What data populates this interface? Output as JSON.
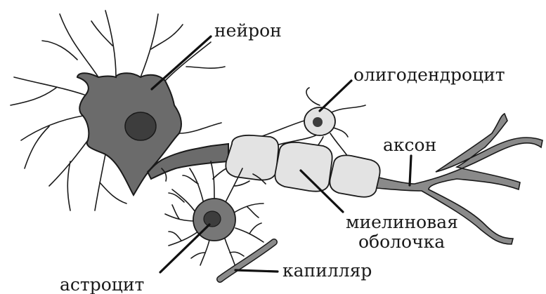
{
  "labels": {
    "neuron": "нейрон",
    "oligodendrocyte": "олигодендроцит",
    "axon": "аксон",
    "myelin_line1": "миелиновая",
    "myelin_line2": "оболочка",
    "capillary": "капилляр",
    "astrocyte": "астроцит"
  },
  "colors": {
    "neuron_body": "#6b6b6b",
    "nucleus": "#3d3d3d",
    "myelin": "#e3e3e3",
    "astrocyte_body": "#777777",
    "capillary": "#8a8a8a"
  }
}
